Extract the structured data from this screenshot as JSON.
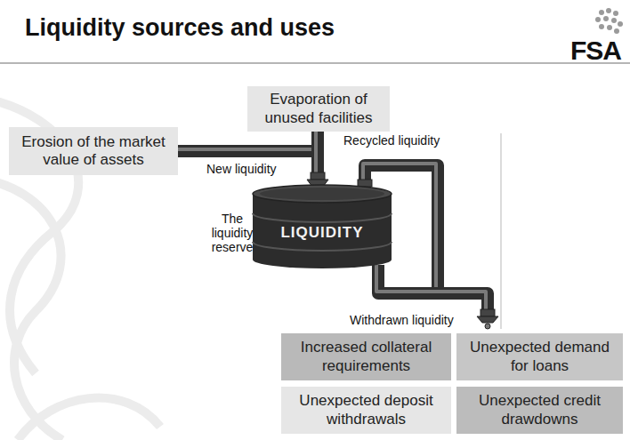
{
  "diagram": {
    "title": "Liquidity sources and uses",
    "nodes": [
      {
        "text": [
          "Evaporation of unused facilities"
        ]
      },
      {
        "text": [
          "Erosion of the market value of assets"
        ]
      },
      {
        "text": [
          "LIQUIDITY"
        ]
      },
      {
        "text": [
          "Increased collateral requirements"
        ]
      },
      {
        "text": [
          "Unexpected demand for loans"
        ]
      },
      {
        "text": [
          "Unexpected deposit withdrawals"
        ]
      },
      {
        "text": [
          "Unexpected credit drawdowns"
        ]
      }
    ],
    "labels": [
      "FSA",
      "New liquidity",
      "Recycled liquidity",
      "The liquidity reserve",
      "Withdrawn liquidity"
    ]
  }
}
